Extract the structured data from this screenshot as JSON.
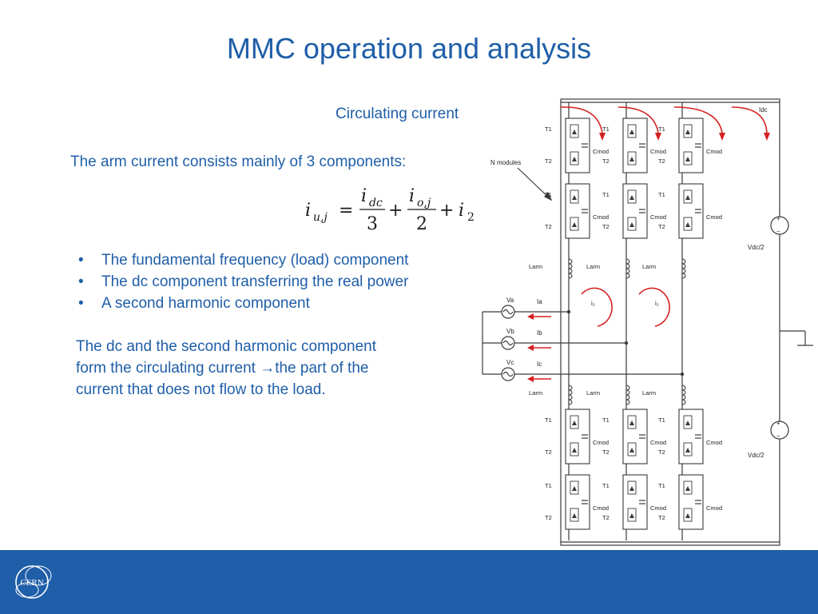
{
  "slide": {
    "title": "MMC operation and analysis",
    "subtitle": "Circulating current",
    "intro": "The arm current consists  mainly of 3 components:",
    "formula": {
      "lhs": "i",
      "lhs_sub": "u,j",
      "equals": "=",
      "term1_num": "i",
      "term1_num_sub": "dc",
      "term1_den": "3",
      "plus1": "+",
      "term2_num": "i",
      "term2_num_sub": "o,j",
      "term2_den": "2",
      "plus2": "+",
      "term3": "i",
      "term3_sub": "2"
    },
    "bullets": [
      "The fundamental frequency (load) component",
      "The dc component transferring the real power",
      "A second harmonic component"
    ],
    "paragraph": {
      "line1": "The dc and the second harmonic component",
      "line2_pre": "form the circulating current ",
      "arrow": "→",
      "line2_post": "the part of the",
      "line3": "current that does not flow to the load."
    }
  },
  "circuit": {
    "labels": {
      "idc": "Idc",
      "n_modules": "N modules",
      "t1": "T1",
      "t2": "T2",
      "cmod": "Cmod",
      "larm": "Larm",
      "vdc2": "Vdc/2",
      "va": "Va",
      "vb": "Vb",
      "vc": "Vc",
      "ia": "Ia",
      "ib": "Ib",
      "ic": "Ic",
      "i2": "i₂",
      "plus": "+",
      "minus": "−"
    },
    "colors": {
      "wire": "#3a3a3a",
      "current_arrow": "#d42020"
    }
  },
  "footer": {
    "logo_text": "CERN",
    "color": "#1f5ea8"
  }
}
